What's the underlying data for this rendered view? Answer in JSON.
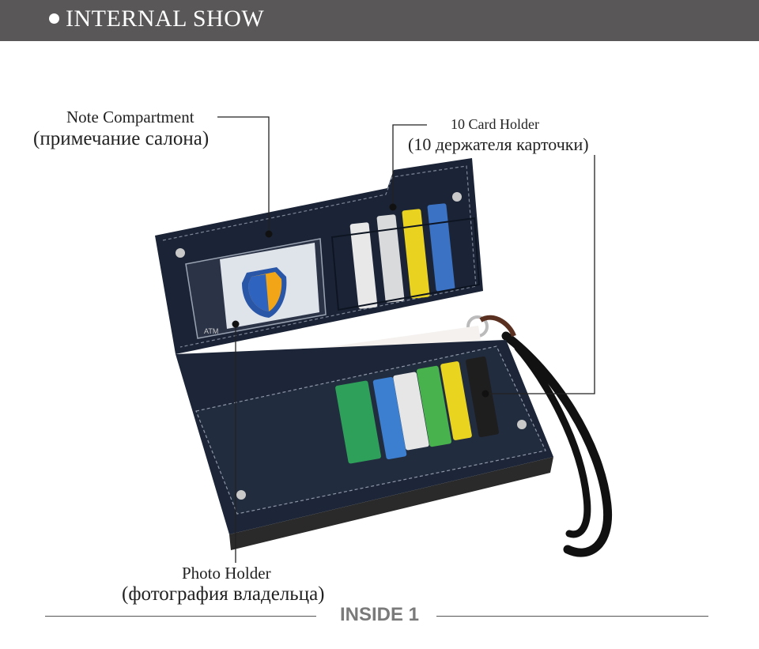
{
  "header": {
    "title": "INTERNAL SHOW"
  },
  "callouts": {
    "note": {
      "en": "Note Compartment",
      "ru": "(примечание салона)"
    },
    "card": {
      "en": "10 Card Holder",
      "ru": "(10 держателя карточки)"
    },
    "photo": {
      "en": "Photo Holder",
      "ru": "(фотография владельца)"
    }
  },
  "footer": {
    "label": "INSIDE 1"
  },
  "icons": [
    "bullet-icon",
    "shield-icon",
    "atm-icon"
  ],
  "colors": {
    "header_bg": "#595757",
    "wallet": "#1c2638",
    "stitch": "#8a93a3",
    "leader": "#222222"
  }
}
